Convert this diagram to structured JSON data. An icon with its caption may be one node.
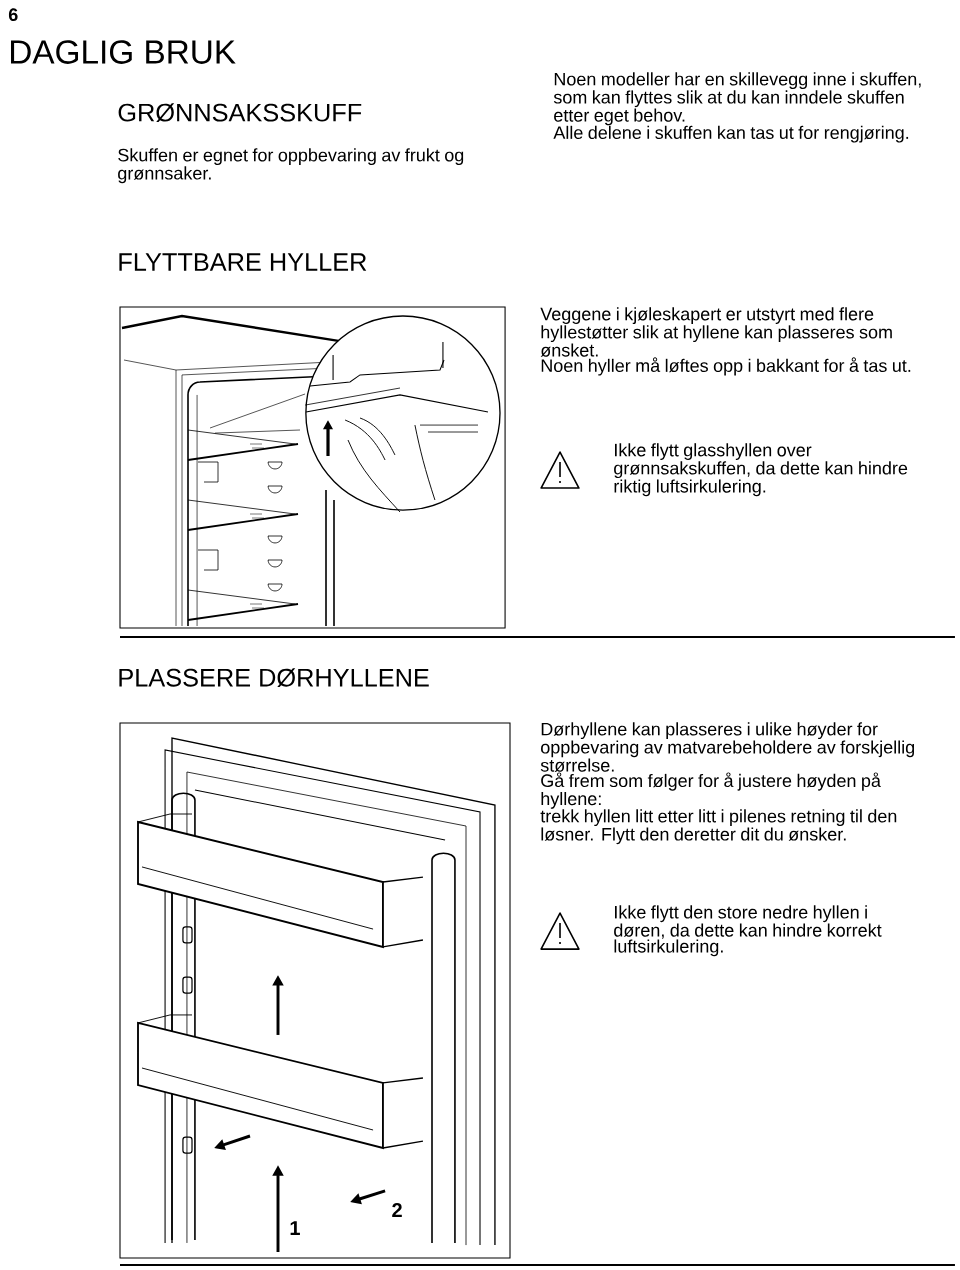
{
  "diagram": {
    "title": "DAGLIG BRUK",
    "labels": [
      "6",
      "GRØNNSAKSSKUFF",
      "Skuffen er egnet for oppbevaring av frukt og grønnsaker.",
      "Noen modeller har en skillevegg inne i skuffen, som kan flyttes slik at du kan inndele skuffen etter eget behov.",
      "Alle delene i skuffen kan tas ut for rengjøring.",
      "FLYTTBARE HYLLER",
      "Veggene i kjøleskapert er utstyrt med flere hyllestøtter slik at hyllene kan plasseres som ønsket.",
      "Noen hyller må løftes opp i bakkant for å tas ut.",
      "Ikke flytt glasshyllen over grønnsakskuffen, da dette kan hindre riktig luftsirkulering.",
      "PLASSERE DØRHYLLENE",
      "Dørhyllene kan plasseres i ulike høyder for oppbevaring av matvarebeholdere av forskjellig størrelse.",
      "Gå frem som følger for å justere høyden på hyllene:",
      "trekk hyllen litt etter litt i pilenes retning til den løsner. Flytt den deretter dit du ønsker.",
      "Ikke flytt den store nedre hyllen i døren, da dette kan hindre korrekt luftsirkulering.",
      "1",
      "2"
    ]
  }
}
